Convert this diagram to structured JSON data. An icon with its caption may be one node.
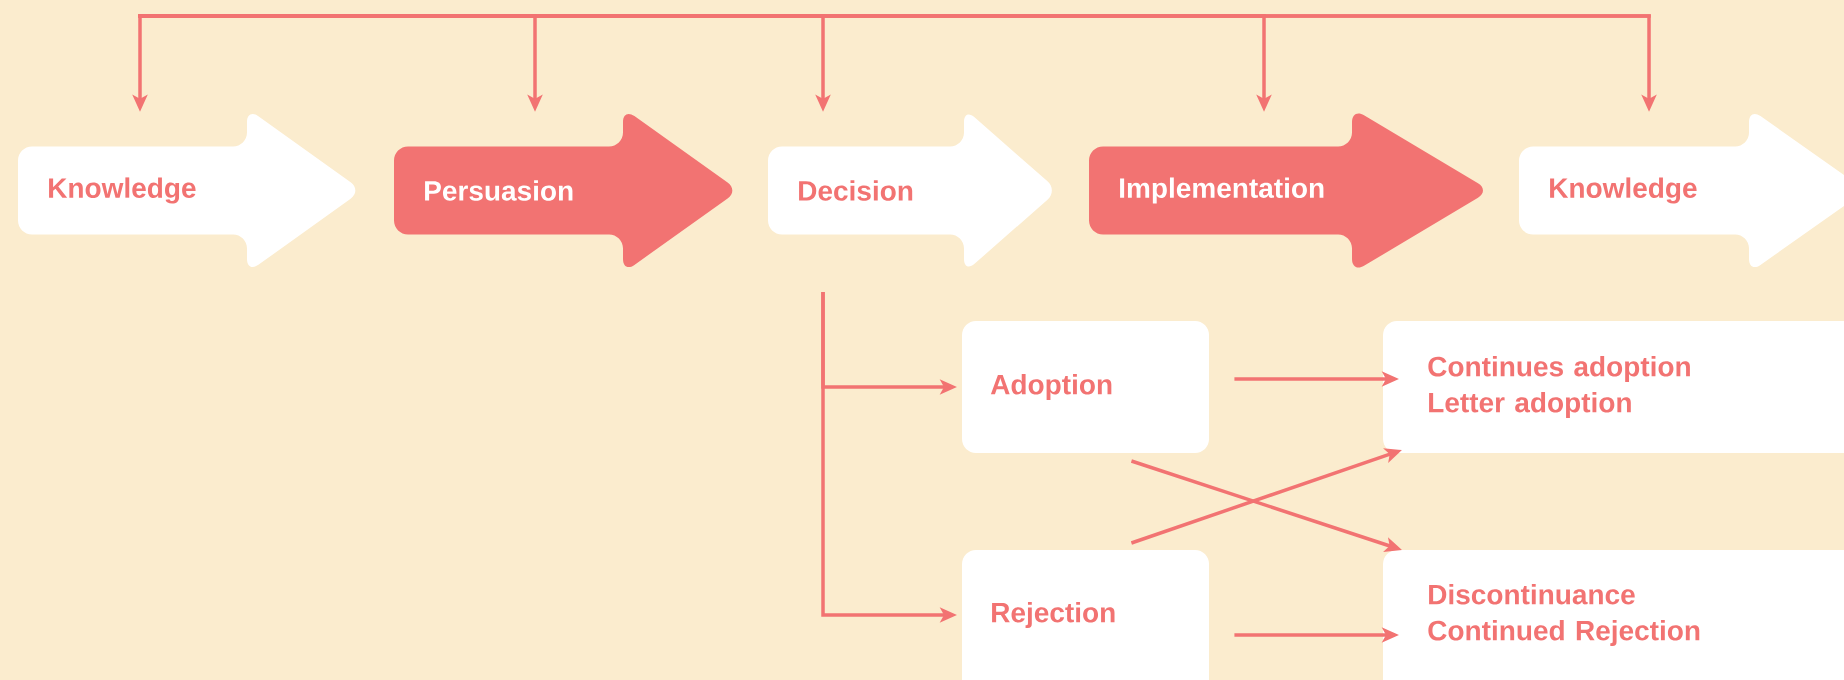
{
  "diagram": {
    "nodes": [
      {
        "text": [
          "Knowledge"
        ]
      },
      {
        "text": [
          "Persuasion"
        ]
      },
      {
        "text": [
          "Decision"
        ]
      },
      {
        "text": [
          "Implementation"
        ]
      },
      {
        "text": [
          "Knowledge"
        ]
      },
      {
        "text": [
          "Adoption"
        ]
      },
      {
        "text": [
          "Rejection"
        ]
      },
      {
        "text": [
          "Continues adoption",
          "Letter adoption"
        ]
      },
      {
        "text": [
          "Discontinuance",
          "Continued Rejection"
        ]
      }
    ],
    "edges": [
      {
        "from": null,
        "to": 0,
        "arrow": "to"
      },
      {
        "from": null,
        "to": 1,
        "arrow": "to"
      },
      {
        "from": null,
        "to": 2,
        "arrow": "to"
      },
      {
        "from": null,
        "to": 3,
        "arrow": "to"
      },
      {
        "from": null,
        "to": 4,
        "arrow": "to"
      },
      {
        "from": 2,
        "to": 5,
        "arrow": "to"
      },
      {
        "from": 2,
        "to": 6,
        "arrow": "to"
      },
      {
        "from": 5,
        "to": 7,
        "arrow": "to"
      },
      {
        "from": 5,
        "to": 8,
        "arrow": "to"
      },
      {
        "from": 6,
        "to": 7,
        "arrow": "to"
      },
      {
        "from": 6,
        "to": 8,
        "arrow": "to"
      }
    ]
  }
}
